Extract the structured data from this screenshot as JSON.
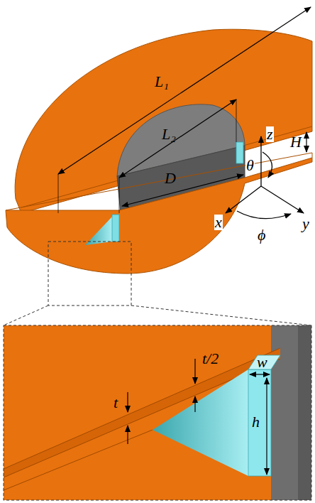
{
  "diagram": {
    "labels": [
      "L₁",
      "L₂",
      "H",
      "D",
      "z",
      "θ",
      "x",
      "ϕ",
      "y",
      "t/2",
      "t",
      "w",
      "h"
    ]
  }
}
